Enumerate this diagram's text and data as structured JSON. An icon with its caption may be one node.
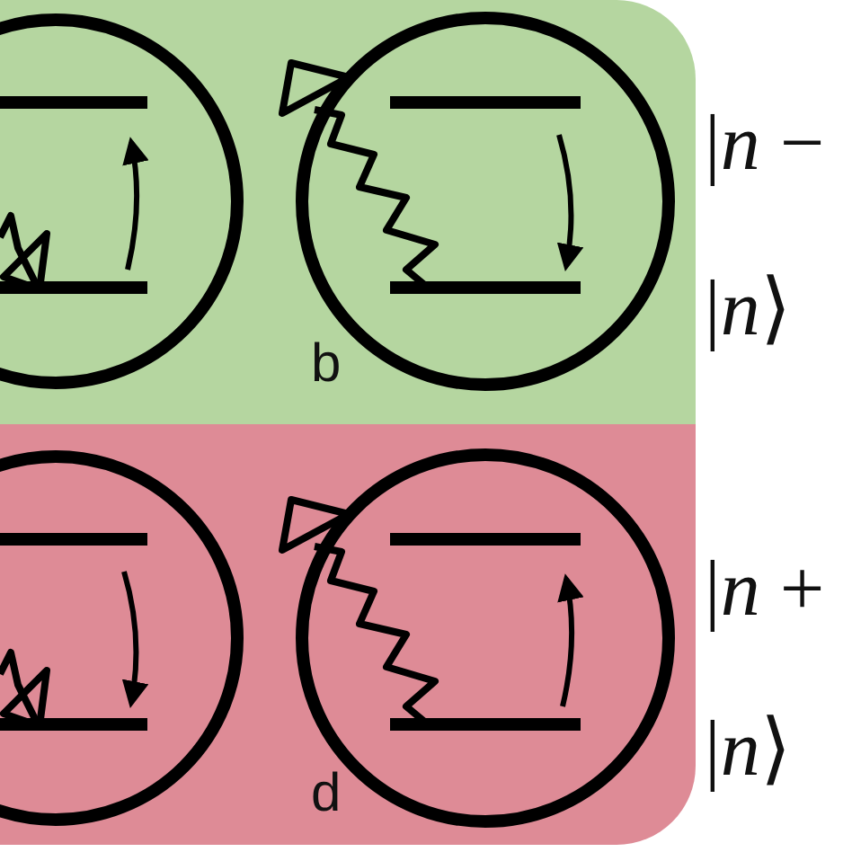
{
  "diagram": {
    "nodes": [
      {
        "text": [
          "b"
        ]
      },
      {
        "text": [
          "d"
        ]
      }
    ],
    "labels": [
      "|*n* −",
      "|*n*⟩",
      "|*n* +",
      "|*n*⟩"
    ]
  }
}
